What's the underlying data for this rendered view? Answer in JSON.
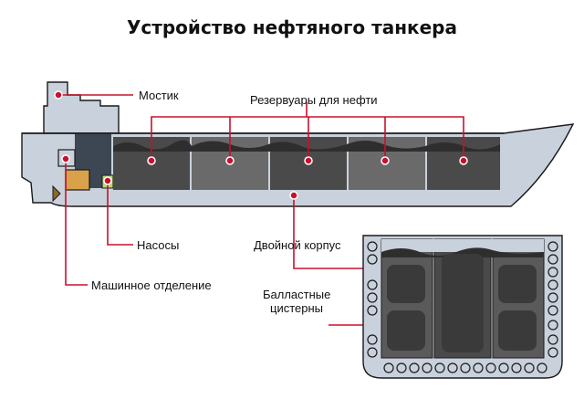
{
  "title": "Устройство нефтяного танкера",
  "labels": {
    "bridge": "Мостик",
    "oil_tanks": "Резервуары для нефти",
    "pumps": "Насосы",
    "double_hull": "Двойной корпус",
    "engine_room": "Машинное отделение",
    "ballast_line1": "Балластные",
    "ballast_line2": "цистерны"
  },
  "colors": {
    "accent": "#c8102e",
    "hull": "#c9d1dc",
    "oil_dark": "#4a4a4a",
    "oil_light": "#6a6a6a",
    "engine": "#d9a14a",
    "pump": "#b7d86b"
  }
}
